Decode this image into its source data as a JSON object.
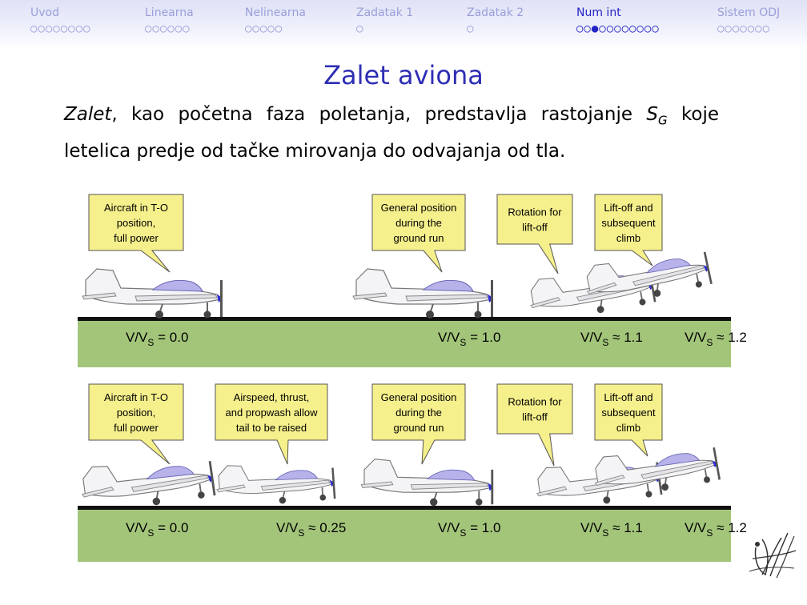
{
  "nav": {
    "sections": [
      {
        "label": "Uvod",
        "dots": "○○○○○○○○"
      },
      {
        "label": "Linearna",
        "dots": "○○○○○○"
      },
      {
        "label": "Nelinearna",
        "dots": "○○○○○"
      },
      {
        "label": "Zadatak 1",
        "dots": "○"
      },
      {
        "label": "Zadatak 2",
        "dots": "○"
      },
      {
        "label": "Num int",
        "dots": "○○●○○○○○○○○"
      },
      {
        "label": "Sistem ODJ",
        "dots": "○○○○○○○"
      }
    ],
    "active_color": "#2424c8",
    "inactive_color": "#9c9edb"
  },
  "frame_title": "Zalet aviona",
  "body": {
    "term": "Zalet",
    "text_part1": ", kao početna faza poletanja, predstavlja rastojanje ",
    "symbol_main": "S",
    "symbol_sub": "G",
    "text_part2": " koje letelica predje od tačke mirovanja do odvajanja od tla."
  },
  "figure": {
    "ground_color": "#a3c57a",
    "callout_color": "#f6f08c",
    "top_row": {
      "callouts": [
        [
          "Aircraft in T-O",
          "position,",
          "full power"
        ],
        [
          "General position",
          "during the",
          "ground run"
        ],
        [
          "Rotation for",
          "lift-off"
        ],
        [
          "Lift-off and",
          "subsequent",
          "climb"
        ]
      ],
      "speeds": [
        "V/V_S = 0.0",
        "V/V_S = 1.0",
        "V/V_S ≈ 1.1",
        "V/V_S ≈ 1.2"
      ]
    },
    "bottom_row": {
      "callouts": [
        [
          "Aircraft in T-O",
          "position,",
          "full power"
        ],
        [
          "Airspeed, thrust,",
          "and propwash allow",
          "tail to be raised"
        ],
        [
          "General position",
          "during the",
          "ground run"
        ],
        [
          "Rotation for",
          "lift-off"
        ],
        [
          "Lift-off and",
          "subsequent",
          "climb"
        ]
      ],
      "speeds": [
        "V/V_S = 0.0",
        "V/V_S ≈ 0.25",
        "V/V_S = 1.0",
        "V/V_S ≈ 1.1",
        "V/V_S ≈ 1.2"
      ]
    }
  }
}
